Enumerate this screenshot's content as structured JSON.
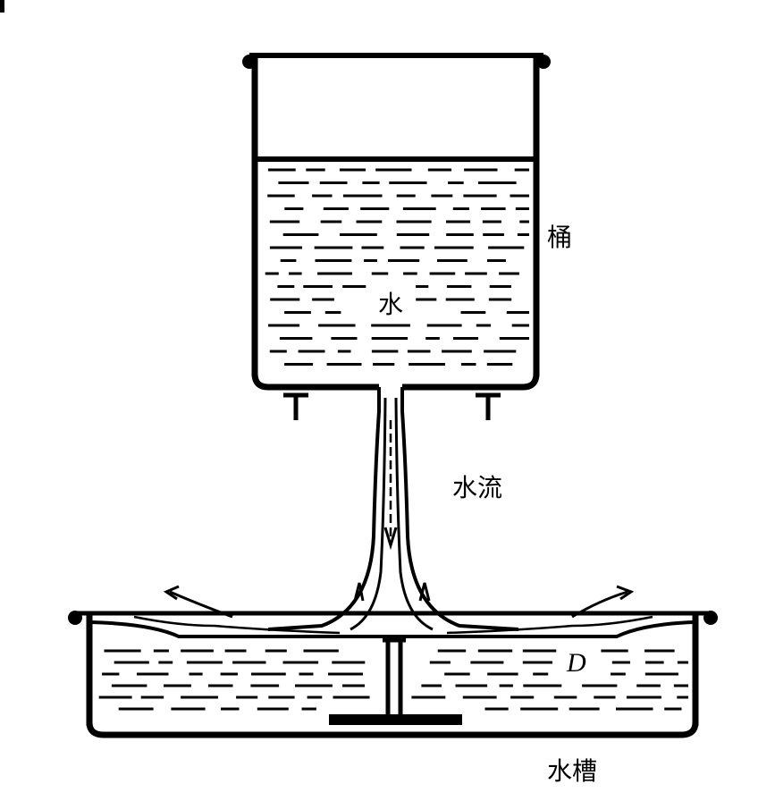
{
  "labels": {
    "bucket": "桶",
    "water": "水",
    "water_stream": "水流",
    "point_d": "D",
    "tank": "水槽"
  },
  "colors": {
    "ink": "#000000",
    "background": "#ffffff"
  }
}
